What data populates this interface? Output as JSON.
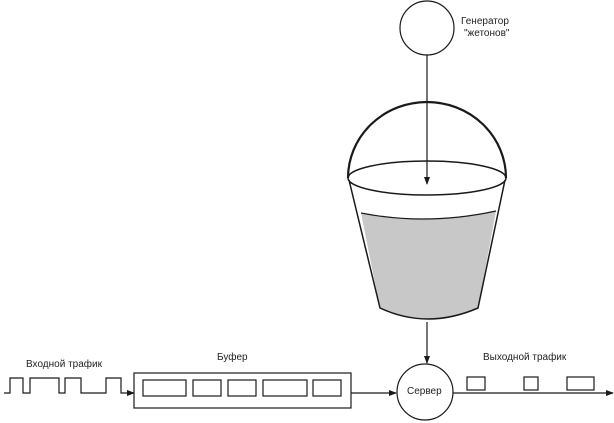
{
  "labels": {
    "generator_line1": "Генератор",
    "generator_line2": "\"жетонов\"",
    "input_traffic": "Входной трафик",
    "buffer": "Буфер",
    "output_traffic": "Выходной трафик",
    "server": "Сервер"
  },
  "colors": {
    "stroke": "#1a1a1a",
    "fill": "#c8c8c8"
  }
}
